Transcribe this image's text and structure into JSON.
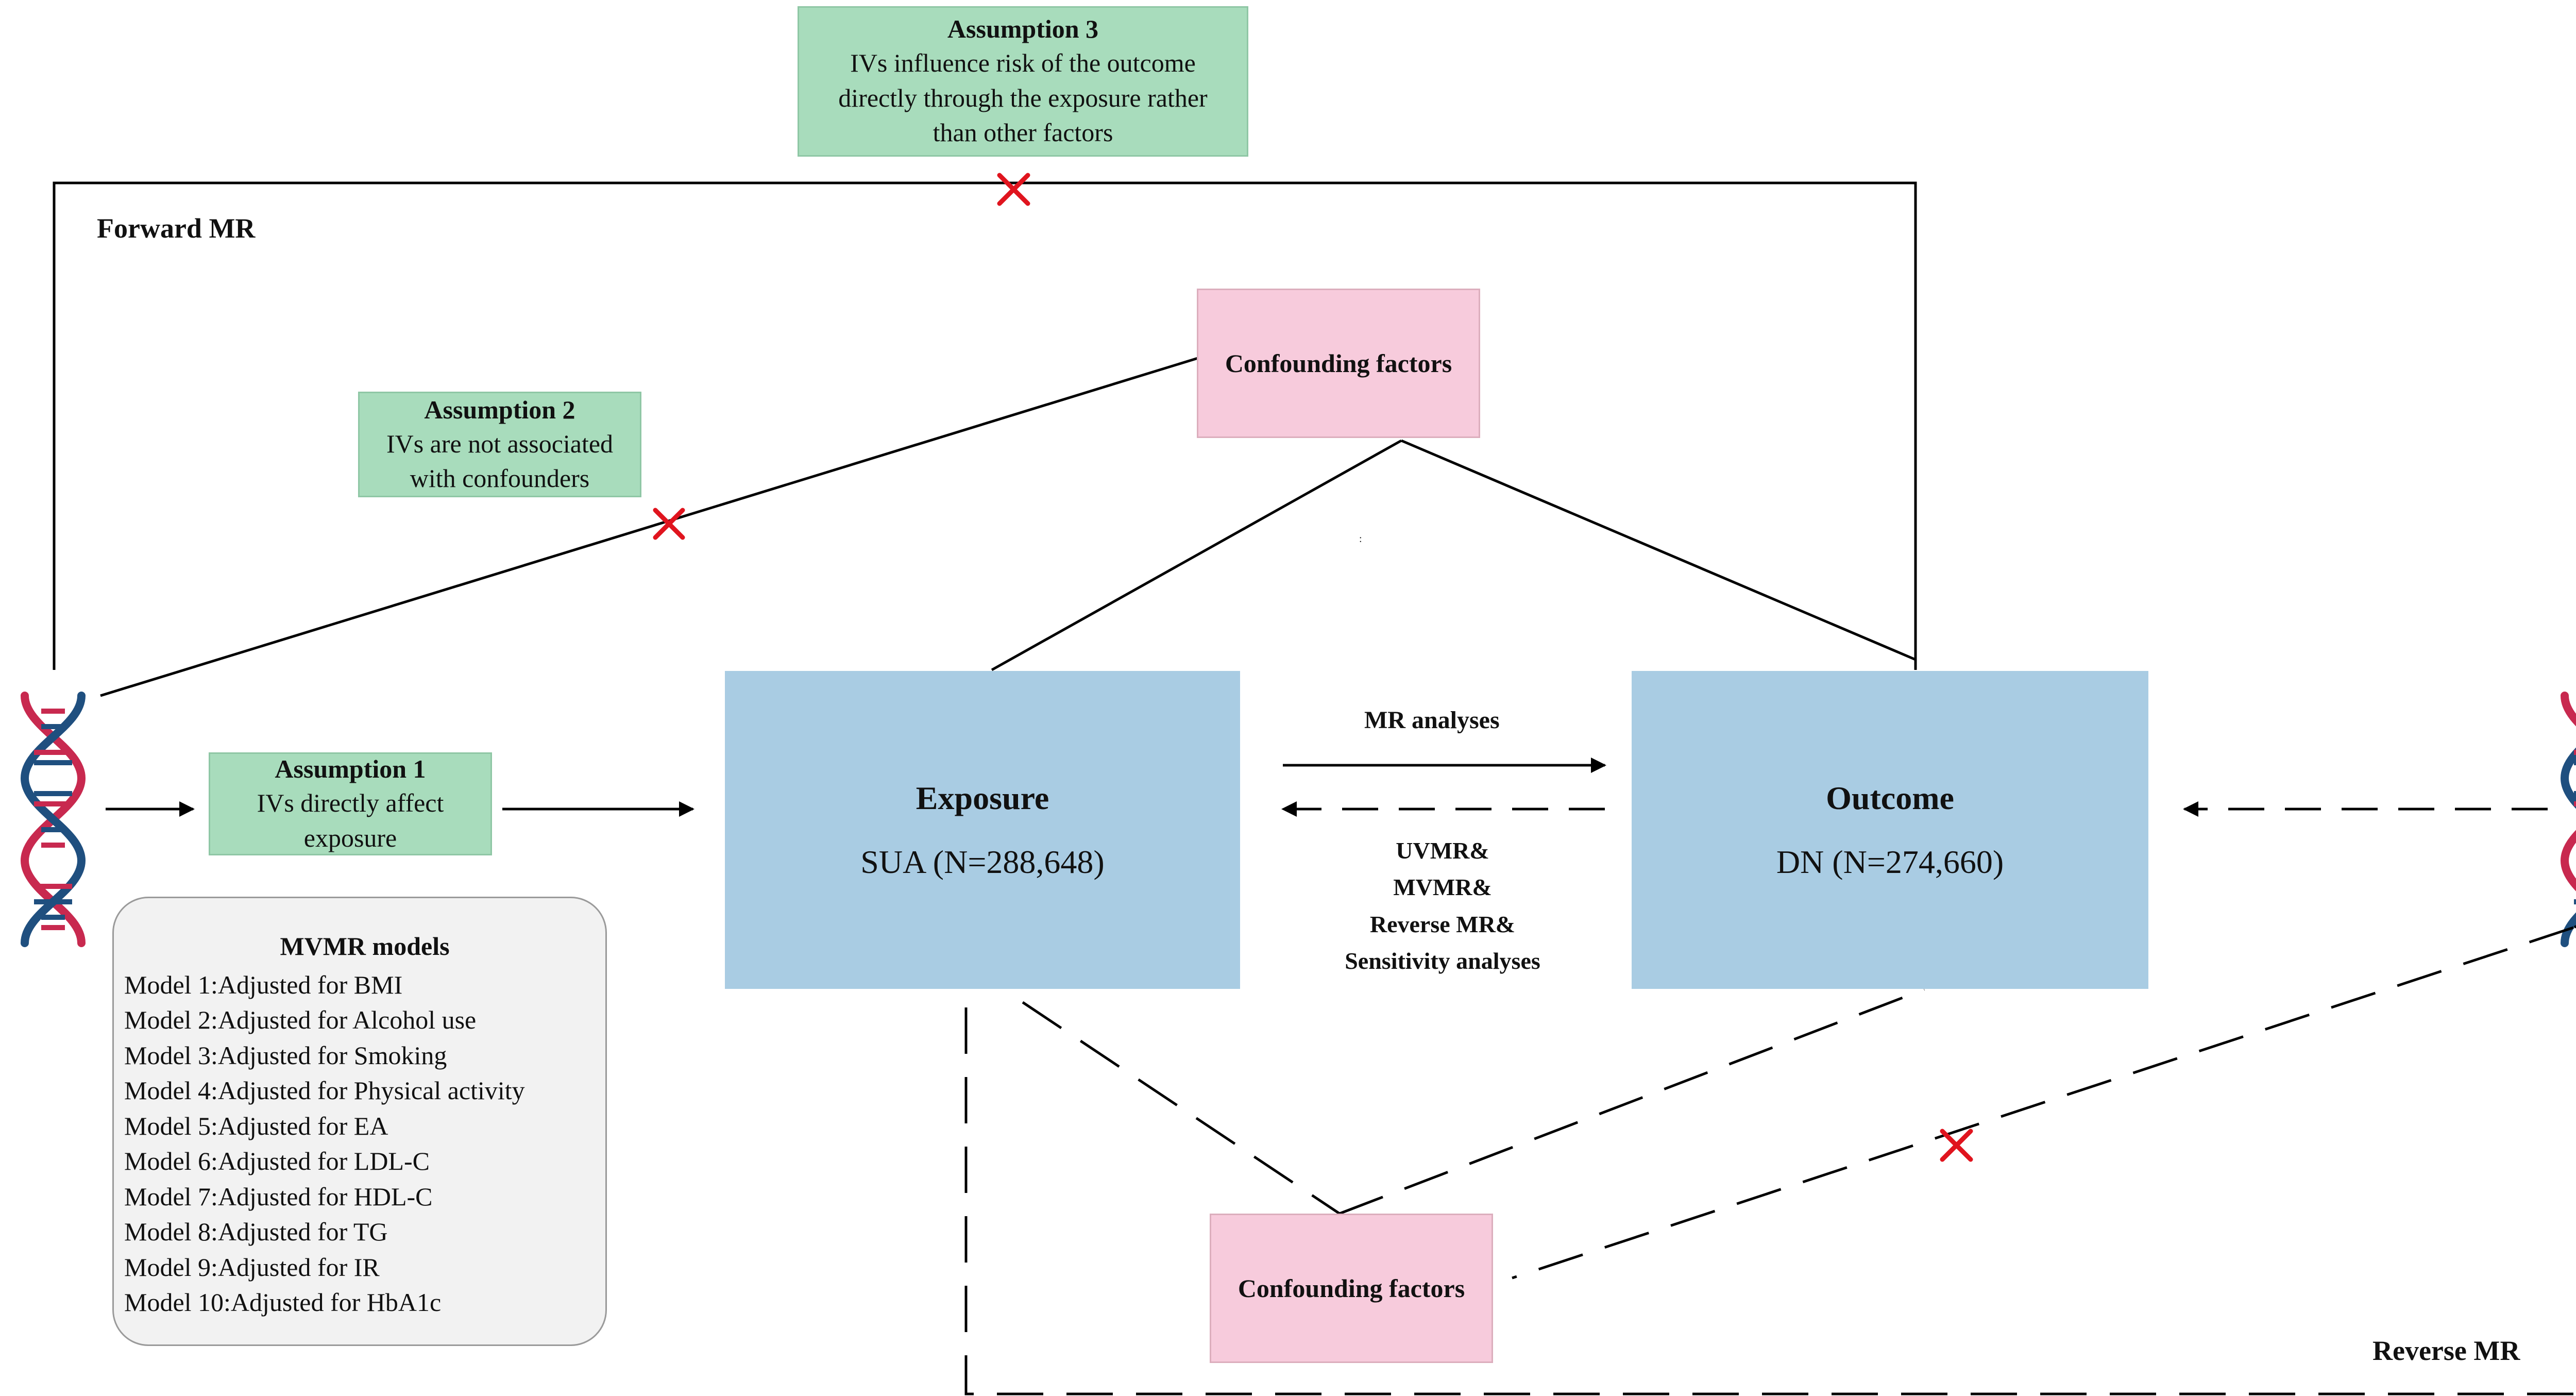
{
  "labels": {
    "forward_mr": "Forward MR",
    "reverse_mr": "Reverse MR",
    "mr_analyses": "MR analyses",
    "analysis_lines": [
      "UVMR&",
      "MVMR&",
      "Reverse MR&",
      "Sensitivity analyses"
    ],
    "stray_mark": ":"
  },
  "assumptions": {
    "a1": {
      "title": "Assumption 1",
      "text": [
        "IVs directly affect",
        "exposure"
      ]
    },
    "a2": {
      "title": "Assumption 2",
      "text": [
        "IVs are not associated",
        "with confounders"
      ]
    },
    "a3": {
      "title": "Assumption 3",
      "text": [
        "IVs influence risk of the outcome",
        "directly through the exposure  rather",
        "than other factors"
      ]
    }
  },
  "confounders": {
    "top": "Confounding factors",
    "bottom": "Confounding factors"
  },
  "exposure": {
    "title": "Exposure",
    "subtitle": "SUA (N=288,648)"
  },
  "outcome": {
    "title": "Outcome",
    "subtitle": "DN (N=274,660)"
  },
  "mvmr": {
    "title": "MVMR models",
    "models": [
      "Model 1:Adjusted for BMI",
      "Model 2:Adjusted for Alcohol use",
      "Model 3:Adjusted for Smoking",
      "Model 4:Adjusted for Physical activity",
      "Model 5:Adjusted for EA",
      "Model 6:Adjusted for LDL-C",
      "Model 7:Adjusted for HDL-C",
      "Model 8:Adjusted for TG",
      "Model 9:Adjusted for IR",
      "Model 10:Adjusted for HbA1c"
    ]
  },
  "icons": [
    "dna-icon",
    "cross-icon"
  ],
  "colors": {
    "assumption_fill": "#a8dcbc",
    "confounder_fill": "#f7cbdc",
    "node_fill": "#a9cce3",
    "mvmr_fill": "#f2f2f2",
    "cross": "#e0141e",
    "dna_red": "#c8294f",
    "dna_blue": "#1f4f7f"
  }
}
